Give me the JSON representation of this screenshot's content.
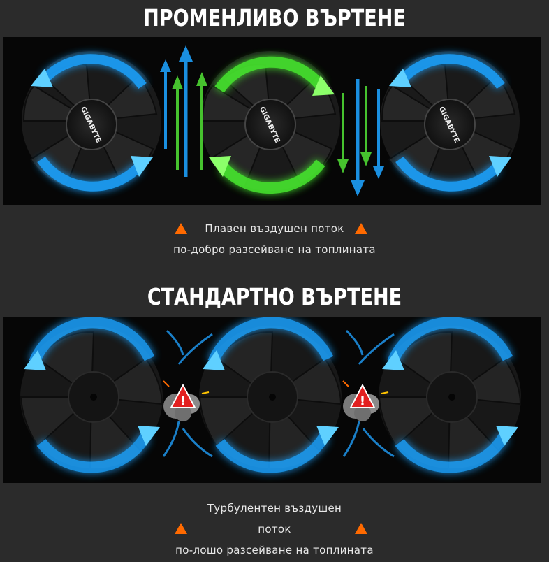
{
  "section_alternate": {
    "title": "ПРОМЕНЛИВО ВЪРТЕНЕ",
    "fan_logo": "GIGABYTE",
    "caption_line1": "Плавен въздушен поток",
    "caption_line2": "по-добро разсейване на топлината",
    "colors": {
      "blue_glow": "#1aa3ff",
      "green_glow": "#46e82e",
      "warning": "#ff6a00"
    },
    "icons": [
      "warning-triangle-icon"
    ]
  },
  "section_standard": {
    "title": "СТАНДАРТНО ВЪРТЕНЕ",
    "caption_line1": "Турбулентен въздушен",
    "caption_line2": "поток",
    "caption_line3": "по-лошо разсейване на топлината",
    "colors": {
      "blue_glow": "#1aa3ff",
      "alert_red": "#e32020",
      "warning": "#ff6a00"
    },
    "icons": [
      "warning-triangle-icon",
      "turbulence-alert-icon"
    ]
  }
}
